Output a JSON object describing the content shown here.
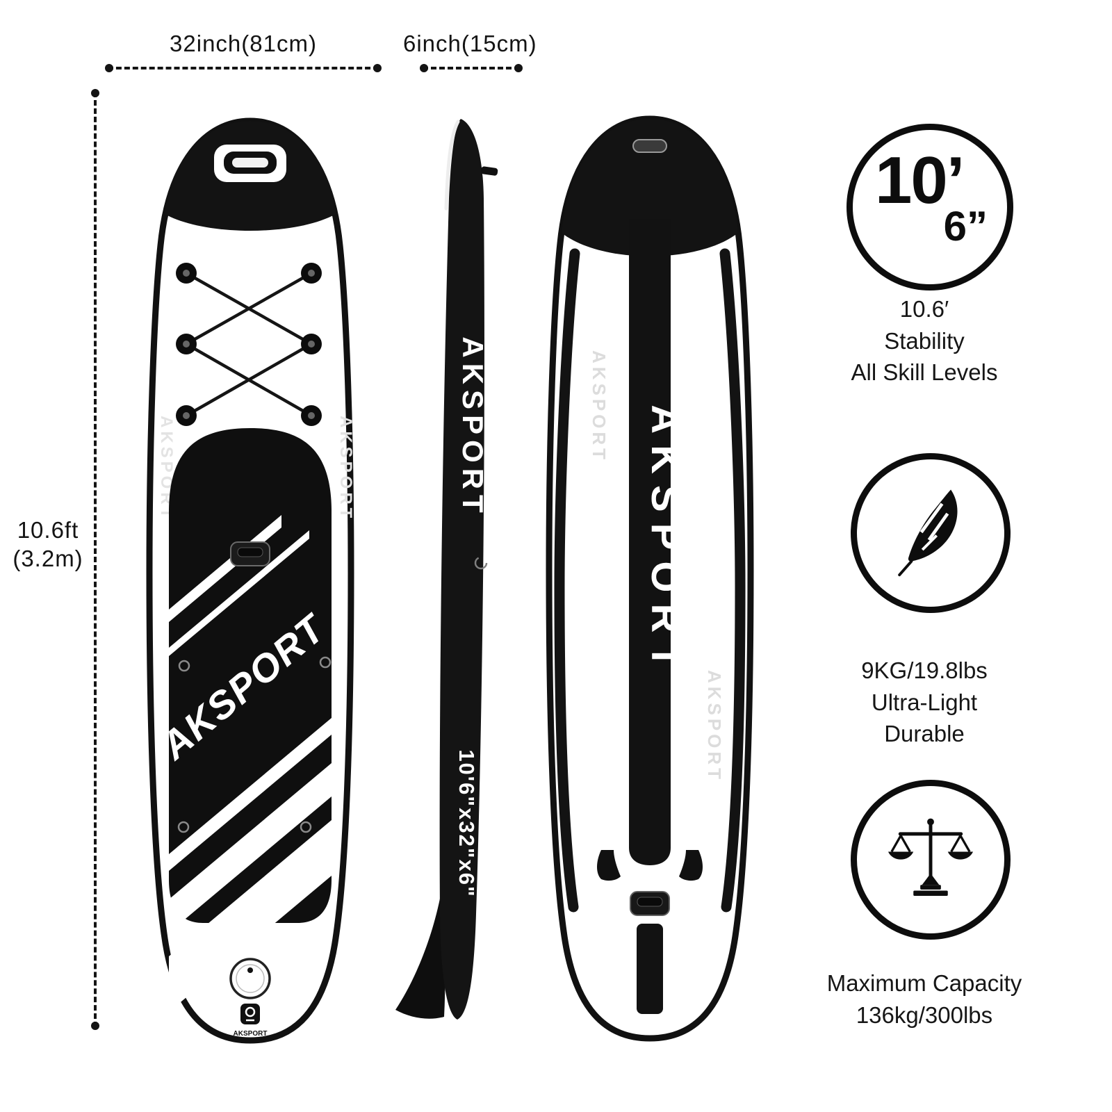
{
  "colors": {
    "ink": "#121212",
    "background": "#ffffff"
  },
  "annotations": {
    "width": "32inch(81cm)",
    "thickness": "6inch(15cm)",
    "length_line1": "10.6ft",
    "length_line2": "(3.2m)"
  },
  "board": {
    "brand": "AKSPORT",
    "side_dims": "10'6\"x32\"x6\"",
    "tail_brand": "AKSPORT"
  },
  "icons": {
    "size": "size-badge",
    "weight": "feather-icon",
    "capacity": "scale-icon"
  },
  "features": {
    "size": {
      "badge_primary": "10’",
      "badge_secondary": "6”",
      "line1": "10.6′",
      "line2": "Stability",
      "line3": "All Skill Levels"
    },
    "weight": {
      "line1": "9KG/19.8lbs",
      "line2": "Ultra-Light",
      "line3": "Durable"
    },
    "capacity": {
      "line1": "Maximum Capacity",
      "line2": "136kg/300lbs"
    }
  }
}
